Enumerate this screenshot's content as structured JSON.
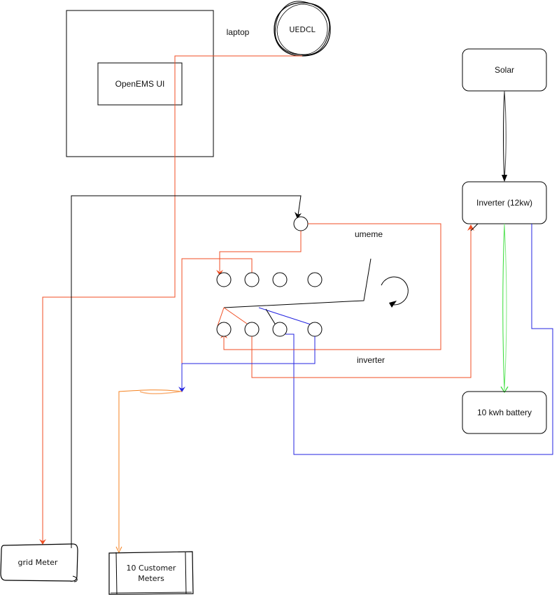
{
  "diagram": {
    "type": "system-wiring-diagram",
    "nodes": {
      "laptop": {
        "label": "laptop"
      },
      "openems_ui": {
        "label": "OpenEMS UI"
      },
      "uedcl": {
        "label": "UEDCL"
      },
      "solar": {
        "label": "Solar"
      },
      "inverter_unit": {
        "label": "Inverter (12kw)"
      },
      "battery": {
        "label": "10 kwh battery"
      },
      "umeme_label": {
        "label": "umeme"
      },
      "inverter_label": {
        "label": "inverter"
      },
      "grid_meter": {
        "label": "grid Meter"
      },
      "customer_meters": {
        "line1": "10 Customer",
        "line2": "Meters"
      }
    },
    "switch": {
      "top_row_terminals": 4,
      "bottom_row_terminals": 4,
      "rotation_indicator": "rotate-clockwise-icon"
    },
    "colors": {
      "grid": "#f04e23",
      "customer": "#f58220",
      "neutral": "#2323e0",
      "battery": "#33dd33",
      "control": "#000000"
    },
    "edges": [
      {
        "from": "uedcl",
        "to": "grid_meter",
        "color": "grid"
      },
      {
        "from": "grid_meter",
        "to": "umeme_input",
        "color": "control"
      },
      {
        "from": "umeme_input",
        "to": "top_terminal_1",
        "color": "grid"
      },
      {
        "from": "umeme_input",
        "to": "bottom_terminal_1",
        "color": "grid"
      },
      {
        "from": "bottom_terminal_2",
        "to": "inverter_unit",
        "color": "grid"
      },
      {
        "from": "bottom_terminal_4",
        "to": "customer_meters",
        "color": "neutral"
      },
      {
        "from": "bottom_terminal_3",
        "to": "inverter_unit",
        "color": "neutral"
      },
      {
        "from": "top_terminal_2",
        "to": "customer_meters",
        "color": "customer"
      },
      {
        "from": "solar",
        "to": "inverter_unit",
        "color": "control"
      },
      {
        "from": "inverter_unit",
        "to": "battery",
        "color": "battery"
      }
    ]
  }
}
